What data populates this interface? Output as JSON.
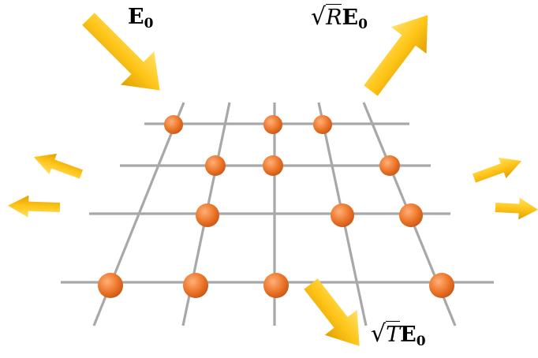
{
  "labels": {
    "incident": {
      "main": "E",
      "sub": "0"
    },
    "reflected": {
      "sqrt": "R",
      "main": "E",
      "sub": "0"
    },
    "transmitted": {
      "sqrt": "T",
      "main": "E",
      "sub": "0"
    }
  },
  "colors": {
    "grid": "#a8a8a8",
    "atom": "#ee7a2e",
    "atom_shade": "#d3611c",
    "arrow_light": "#ffd42a",
    "arrow_dark": "#e6a800"
  },
  "icons": [
    "incident-wave-arrow",
    "reflected-wave-arrow",
    "transmitted-wave-arrow",
    "scattered-wave-arrow",
    "atom-sphere"
  ]
}
